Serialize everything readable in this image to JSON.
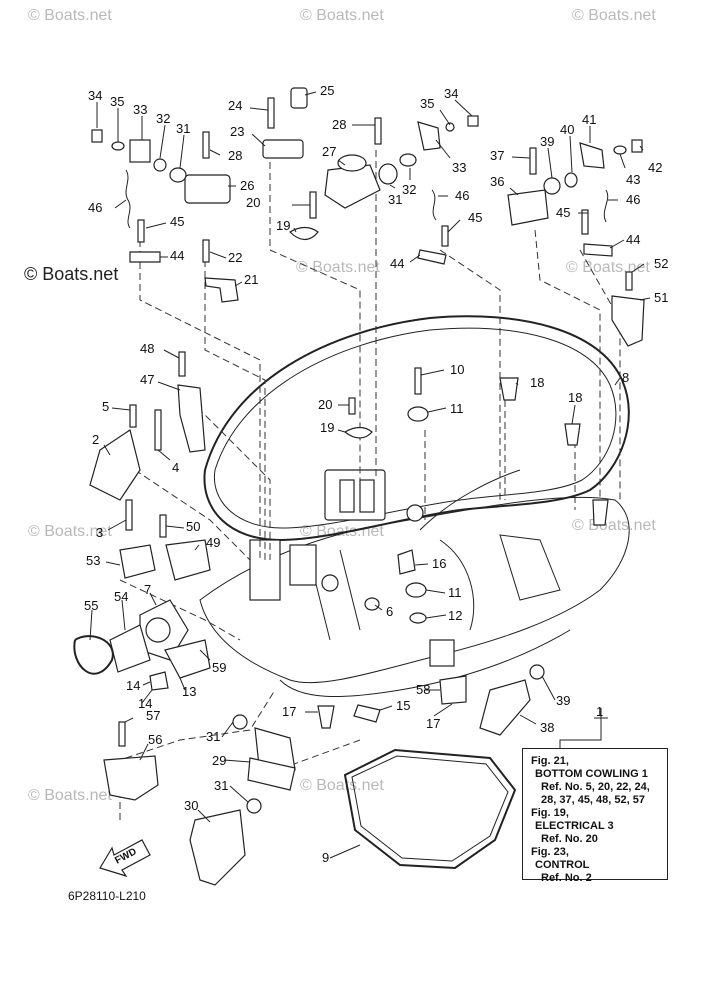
{
  "watermark": "© Boats.net",
  "catalog_code": "6P28110-L210",
  "fwd_label": "FWD",
  "assembly_callout": "1",
  "notes": [
    {
      "fig": "Fig. 21,",
      "title": "BOTTOM COWLING 1",
      "refs": [
        "Ref. No. 5, 20, 22, 24,",
        "28, 37, 45, 48, 52, 57"
      ]
    },
    {
      "fig": "Fig. 19,",
      "title": "ELECTRICAL 3",
      "refs": [
        "Ref. No. 20"
      ]
    },
    {
      "fig": "Fig. 23,",
      "title": "CONTROL",
      "refs": [
        "Ref. No. 2"
      ]
    }
  ],
  "part_labels": [
    "34",
    "35",
    "33",
    "32",
    "31",
    "28",
    "24",
    "25",
    "23",
    "26",
    "46",
    "45",
    "44",
    "22",
    "21",
    "20",
    "19",
    "27",
    "28",
    "35",
    "34",
    "33",
    "32",
    "31",
    "46",
    "45",
    "44",
    "37",
    "39",
    "40",
    "41",
    "42",
    "43",
    "36",
    "46",
    "45",
    "44",
    "52",
    "51",
    "48",
    "47",
    "4",
    "5",
    "2",
    "3",
    "50",
    "49",
    "53",
    "7",
    "55",
    "54",
    "14",
    "14",
    "13",
    "59",
    "57",
    "56",
    "31",
    "29",
    "30",
    "31",
    "9",
    "10",
    "18",
    "20",
    "11",
    "19",
    "18",
    "8",
    "16",
    "11",
    "6",
    "12",
    "58",
    "17",
    "17",
    "15",
    "39",
    "38",
    "1"
  ]
}
